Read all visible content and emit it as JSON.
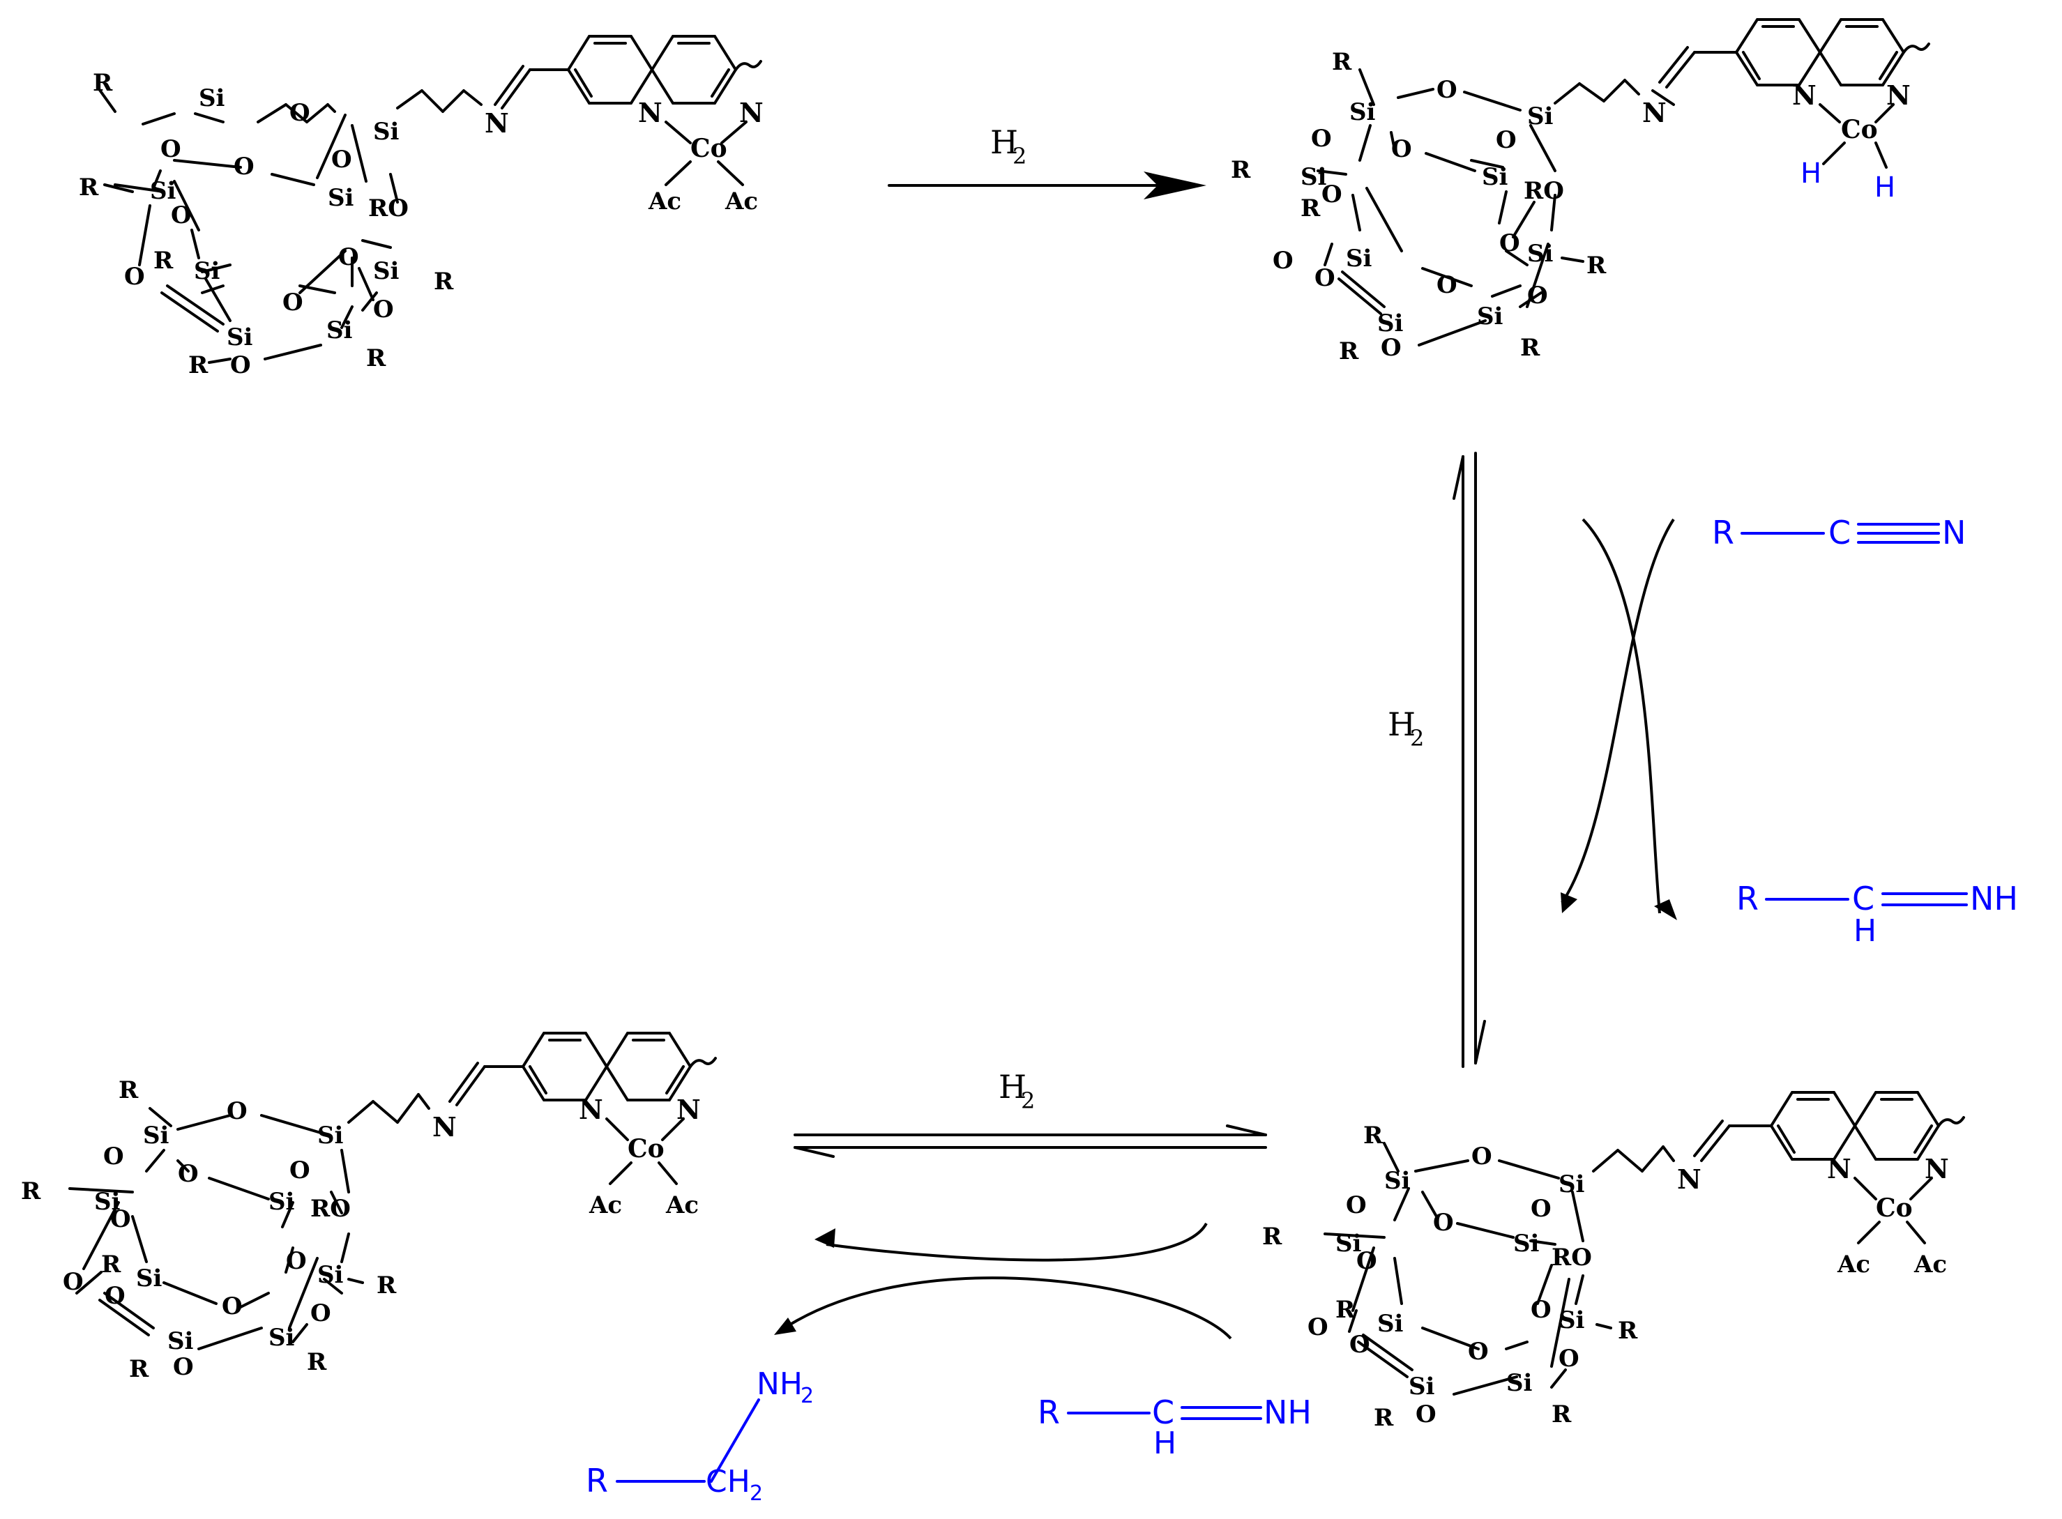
{
  "labels": {
    "si": "Si",
    "o": "O",
    "r": "R",
    "ro": "RO",
    "n": "N",
    "co": "Co",
    "ac": "Ac",
    "h": "H",
    "h2": "H",
    "h2_sub": "2"
  },
  "species": {
    "nitrile": [
      "R",
      "C",
      "N"
    ],
    "imine": [
      "R",
      "C",
      "H",
      "NH"
    ],
    "amine": [
      "NH",
      "2",
      "R",
      "CH",
      "2"
    ]
  },
  "colors": {
    "blue": "#0000ff",
    "black": "#000000"
  }
}
